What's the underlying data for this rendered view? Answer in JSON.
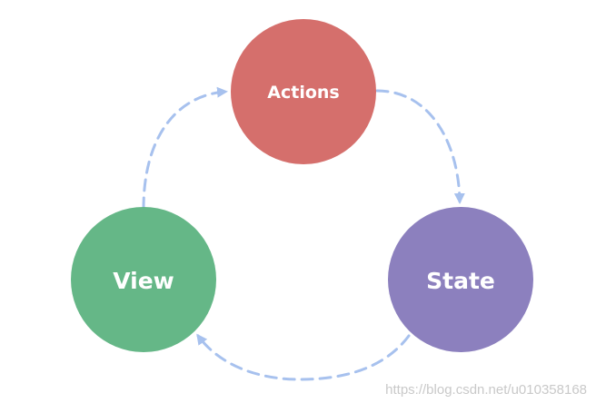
{
  "nodes": {
    "actions": {
      "label": "Actions",
      "color": "#d56f6c"
    },
    "state": {
      "label": "State",
      "color": "#8c80be"
    },
    "view": {
      "label": "View",
      "color": "#65b787"
    }
  },
  "edges": [
    {
      "from": "Actions",
      "to": "State"
    },
    {
      "from": "State",
      "to": "View"
    },
    {
      "from": "View",
      "to": "Actions"
    }
  ],
  "edge_style": {
    "color": "#a7c1ee",
    "dashed": true
  },
  "watermark": "https://blog.csdn.net/u010358168"
}
